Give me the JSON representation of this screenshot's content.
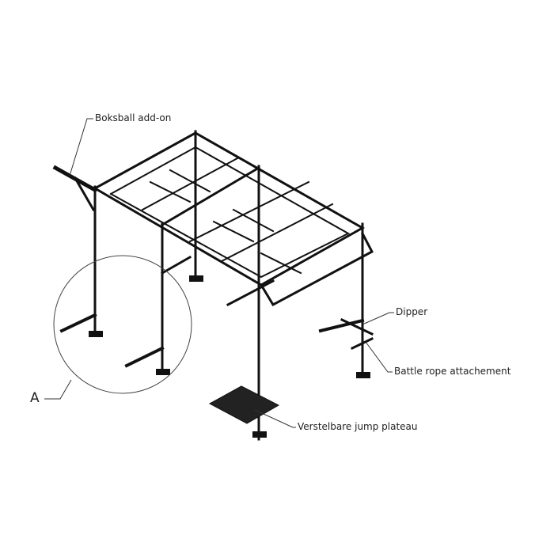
{
  "labels": {
    "boksball": "Boksball add-on",
    "dipper": "Dipper",
    "battle_rope": "Battle rope attachement",
    "jump_plateau": "Verstelbare jump plateau",
    "detail": "A"
  },
  "colors": {
    "line": "#111111",
    "text": "#222222",
    "background": "#ffffff"
  }
}
